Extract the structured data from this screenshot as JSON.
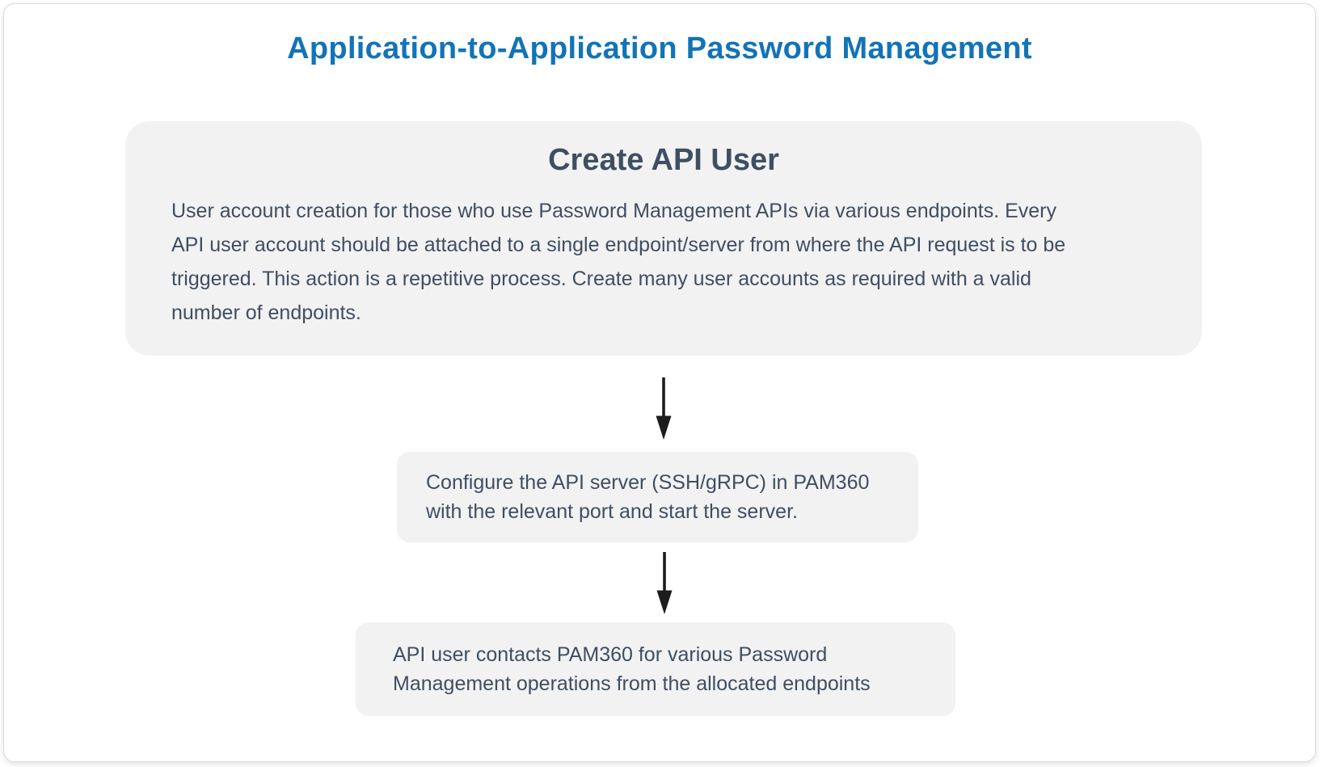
{
  "title": "Application-to-Application Password Management",
  "colors": {
    "title_blue": "#1273b8",
    "text_slate": "#3f4e63",
    "node_background": "#f2f2f2",
    "arrow_black": "#1c1c1c",
    "card_border": "#d9d9d9"
  },
  "flow": {
    "step1": {
      "heading": "Create API User",
      "lines": [
        "User account creation for those who use Password Management APIs via various endpoints. Every",
        "API user account should be attached to a single endpoint/server from where the API request is to be",
        "triggered. This action is a repetitive process. Create many user accounts as required with a valid",
        "number of endpoints."
      ]
    },
    "step2": {
      "lines": [
        "Configure the API server (SSH/gRPC) in PAM360",
        "with the relevant port and start the server."
      ]
    },
    "step3": {
      "lines": [
        "API user contacts PAM360 for various Password",
        "Management operations from the allocated endpoints"
      ]
    }
  }
}
